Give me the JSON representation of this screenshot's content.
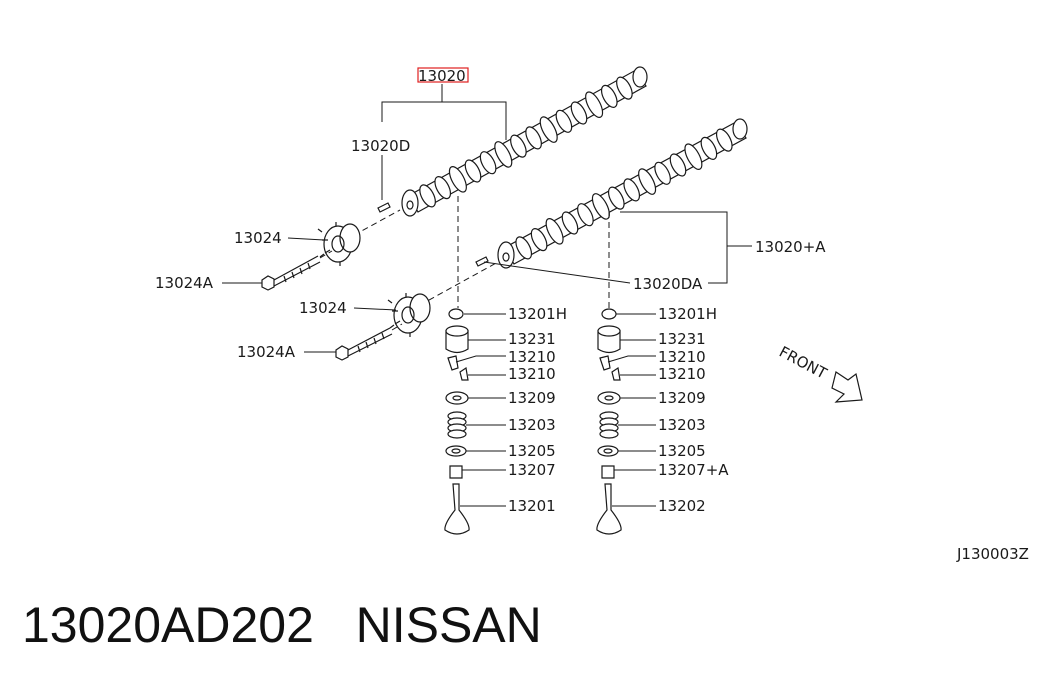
{
  "highlight_color": "#e02020",
  "labels": {
    "camshaft": "13020",
    "camshaft_d": "13020D",
    "sprocket_1": "13024",
    "bolt_1": "13024A",
    "sprocket_2": "13024",
    "bolt_2": "13024A",
    "camshaft_a": "13020+A",
    "camshaft_da": "13020DA",
    "shim_l": "13201H",
    "lifter_l": "13231",
    "collet_l1": "13210",
    "collet_l2": "13210",
    "retainer_l": "13209",
    "spring_l": "13203",
    "seat_l": "13205",
    "seal_l": "13207",
    "valve_l": "13201",
    "shim_r": "13201H",
    "lifter_r": "13231",
    "collet_r1": "13210",
    "collet_r2": "13210",
    "retainer_r": "13209",
    "spring_r": "13203",
    "seat_r": "13205",
    "seal_r": "13207+A",
    "valve_r": "13202",
    "front": "FRONT",
    "diagram_code": "J130003Z"
  },
  "caption": {
    "part_number": "13020AD202",
    "brand": "NISSAN"
  }
}
